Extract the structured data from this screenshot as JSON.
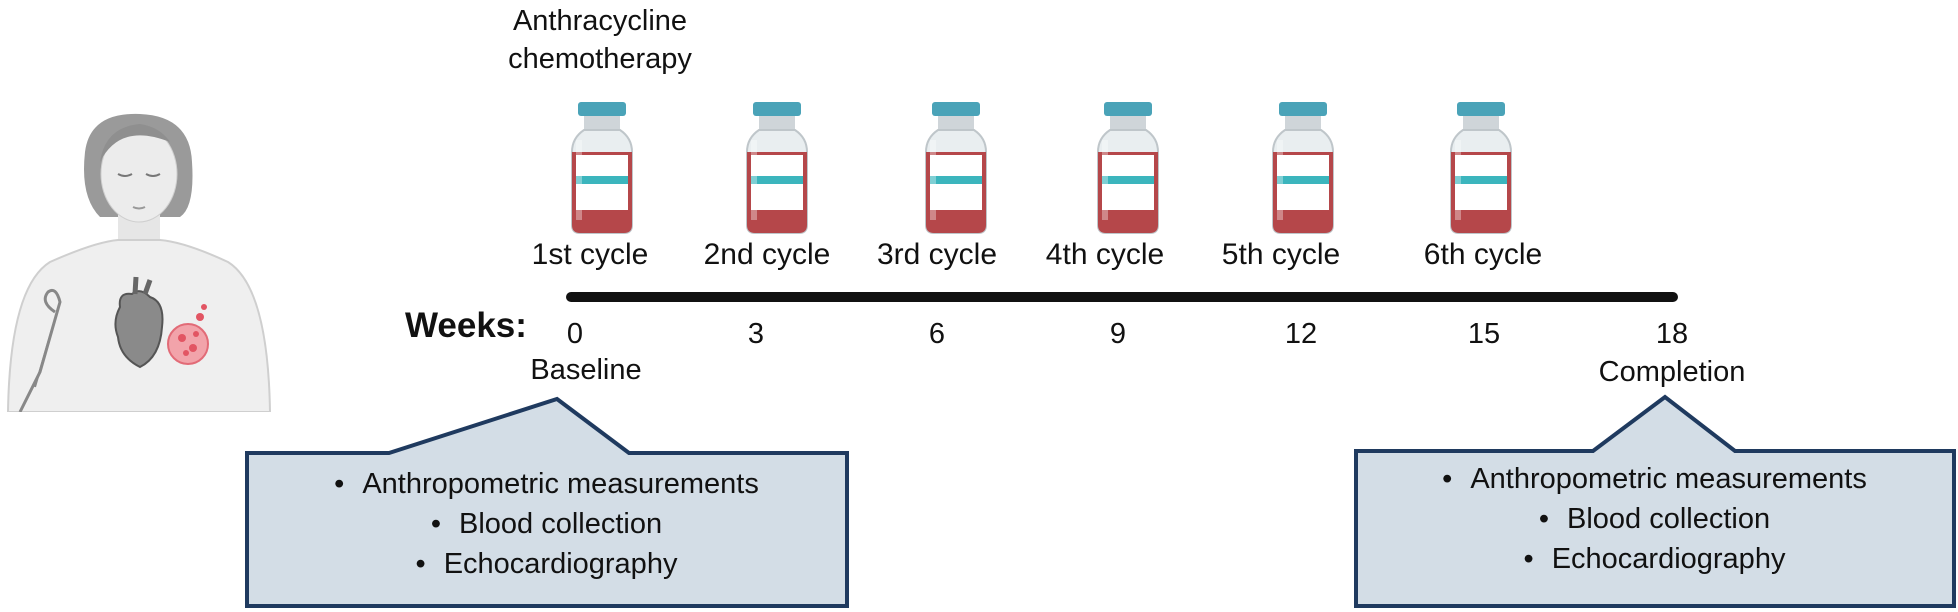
{
  "title": "Anthracycline\nchemotherapy",
  "cycles": [
    "1st cycle",
    "2nd cycle",
    "3rd cycle",
    "4th cycle",
    "5th cycle",
    "6th cycle"
  ],
  "weeks_label": "Weeks:",
  "weeks": [
    "0",
    "3",
    "6",
    "9",
    "12",
    "15",
    "18"
  ],
  "milestones": {
    "baseline": "Baseline",
    "completion": "Completion"
  },
  "baseline_box": {
    "items": [
      "Anthropometric measurements",
      "Blood collection",
      "Echocardiography"
    ]
  },
  "completion_box": {
    "items": [
      "Anthropometric measurements",
      "Blood collection",
      "Echocardiography"
    ]
  },
  "icons": {
    "patient": "patient-torso-icon",
    "vial": "medication-vial-icon",
    "heart": "heart-icon",
    "tumor": "breast-tumor-icon"
  },
  "colors": {
    "box_fill": "#d3dde6",
    "box_border": "#1f3a5f",
    "vial_liquid": "#b5474a",
    "vial_cap": "#4aa3b8",
    "vial_band": "#3bb5bd",
    "timeline": "#111111"
  }
}
